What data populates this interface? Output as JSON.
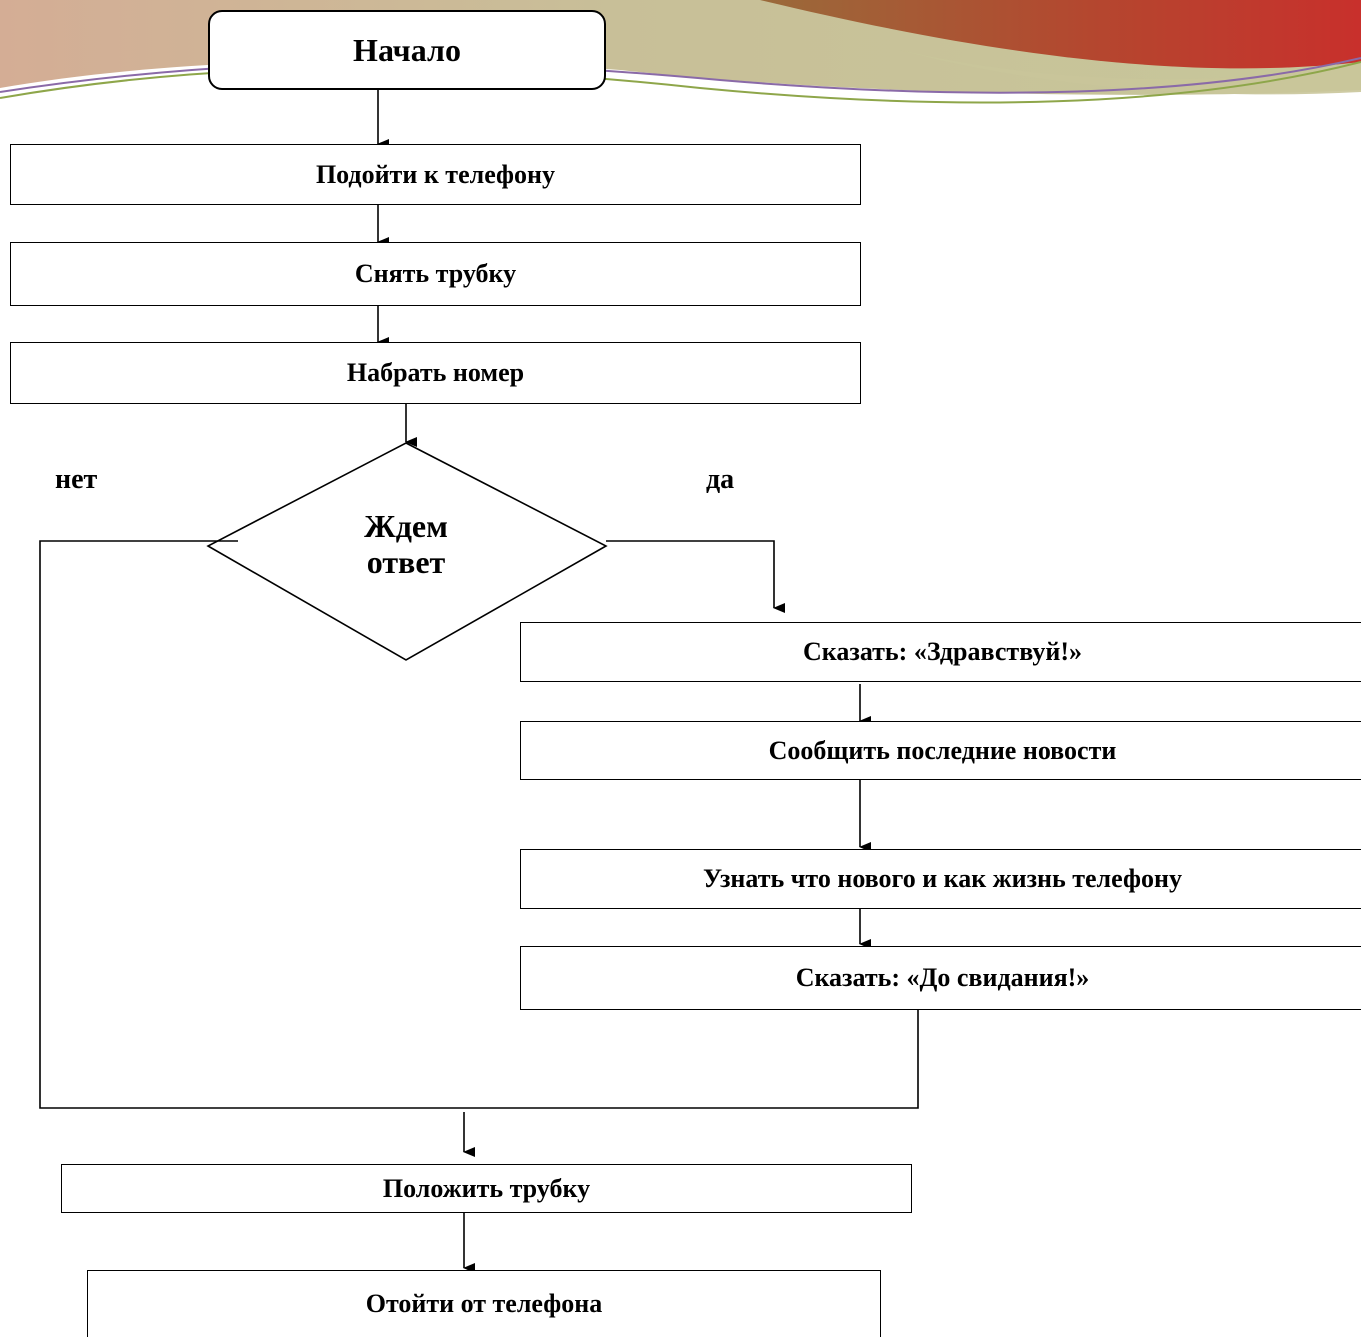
{
  "flowchart": {
    "start": "Начало",
    "steps": [
      "Подойти к телефону",
      "Снять трубку",
      "Набрать номер"
    ],
    "decision": {
      "text_line1": "Ждем",
      "text_line2": "ответ",
      "no_label": "нет",
      "yes_label": "да"
    },
    "yes_branch": [
      "Сказать: «Здравствуй!»",
      "Сообщить последние новости",
      "Узнать что нового и как жизнь телефону",
      "Сказать: «До свидания!»"
    ],
    "end_steps": [
      "Положить трубку",
      "Отойти от телефона"
    ]
  },
  "colors": {
    "decor_red": "#c0392b",
    "decor_brown": "#9a6a3a",
    "decor_tan": "#cdb394",
    "decor_sage": "#c9c79c",
    "decor_green_line": "#8ea64a",
    "decor_purple_line": "#8a6aa8"
  }
}
